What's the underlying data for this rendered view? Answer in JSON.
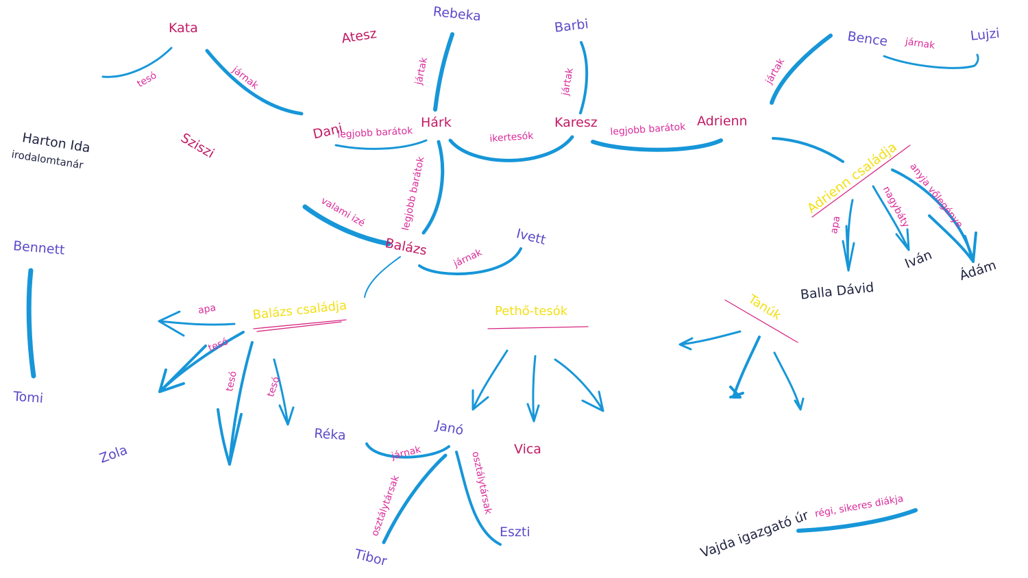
{
  "colors": {
    "line": "#1796d8",
    "node_pink": "#c21a64",
    "node_purple": "#5b49c9",
    "node_dark": "#1f2340",
    "relation": "#d92a9a",
    "group": "#f2df13"
  },
  "nodes": {
    "kata": "Kata",
    "atesz": "Atesz",
    "rebeka": "Rebeka",
    "barbi": "Barbi",
    "bence": "Bence",
    "lujzi": "Lujzi",
    "harton_ida": "Harton Ida",
    "irodalomtanar": "irodalomtanár",
    "szuszi": "Sziszi",
    "dani": "Dani",
    "hark": "Hárk",
    "karesz": "Karesz",
    "adrienn": "Adrienn",
    "balazs": "Balázs",
    "ivett": "Ivett",
    "bennett": "Bennett",
    "tomi": "Tomi",
    "zola": "Zola",
    "reka": "Réka",
    "jano": "Janó",
    "vica": "Vica",
    "tibor": "Tibor",
    "eszti": "Eszti",
    "balla_david": "Balla Dávid",
    "ivan": "Iván",
    "adam": "Ádám",
    "vajda": "Vajda igazgató úr"
  },
  "groups": {
    "adrienn_csaladja": "Adrienn családja",
    "balazs_csaladja": "Balázs családja",
    "petho_tesok": "Pethő-tesók",
    "tanuk": "Tanúk"
  },
  "relations": {
    "teso_kata": "tesó",
    "jarnak_kata_dani": "járnak",
    "jartak_rebeka": "jártak",
    "jartak_barbi": "jártak",
    "jartak_bence": "jártak",
    "jarnak_bence_lujzi": "járnak",
    "legjobb_dani_hark": "legjobb barátok",
    "ikertesok": "ikertesók",
    "legjobb_karesz_adrienn": "legjobb barátok",
    "legjobb_hark_balazs": "legjobb barátok",
    "valami_ize": "valami izé",
    "jarnak_balazs_ivett": "járnak",
    "apa_balazs": "apa",
    "teso_1": "tesó",
    "teso_2": "tesó",
    "teso_3": "tesó",
    "apa_adrienn": "apa",
    "nagybaty": "nagybáty",
    "anyja_volegenye": "anyja vőlegénye",
    "jarnak_reka_jano": "járnak",
    "osztalytarsak_1": "osztálytársak",
    "osztalytarsak_2": "osztálytársak",
    "regi_diakja": "régi, sikeres diákja"
  }
}
